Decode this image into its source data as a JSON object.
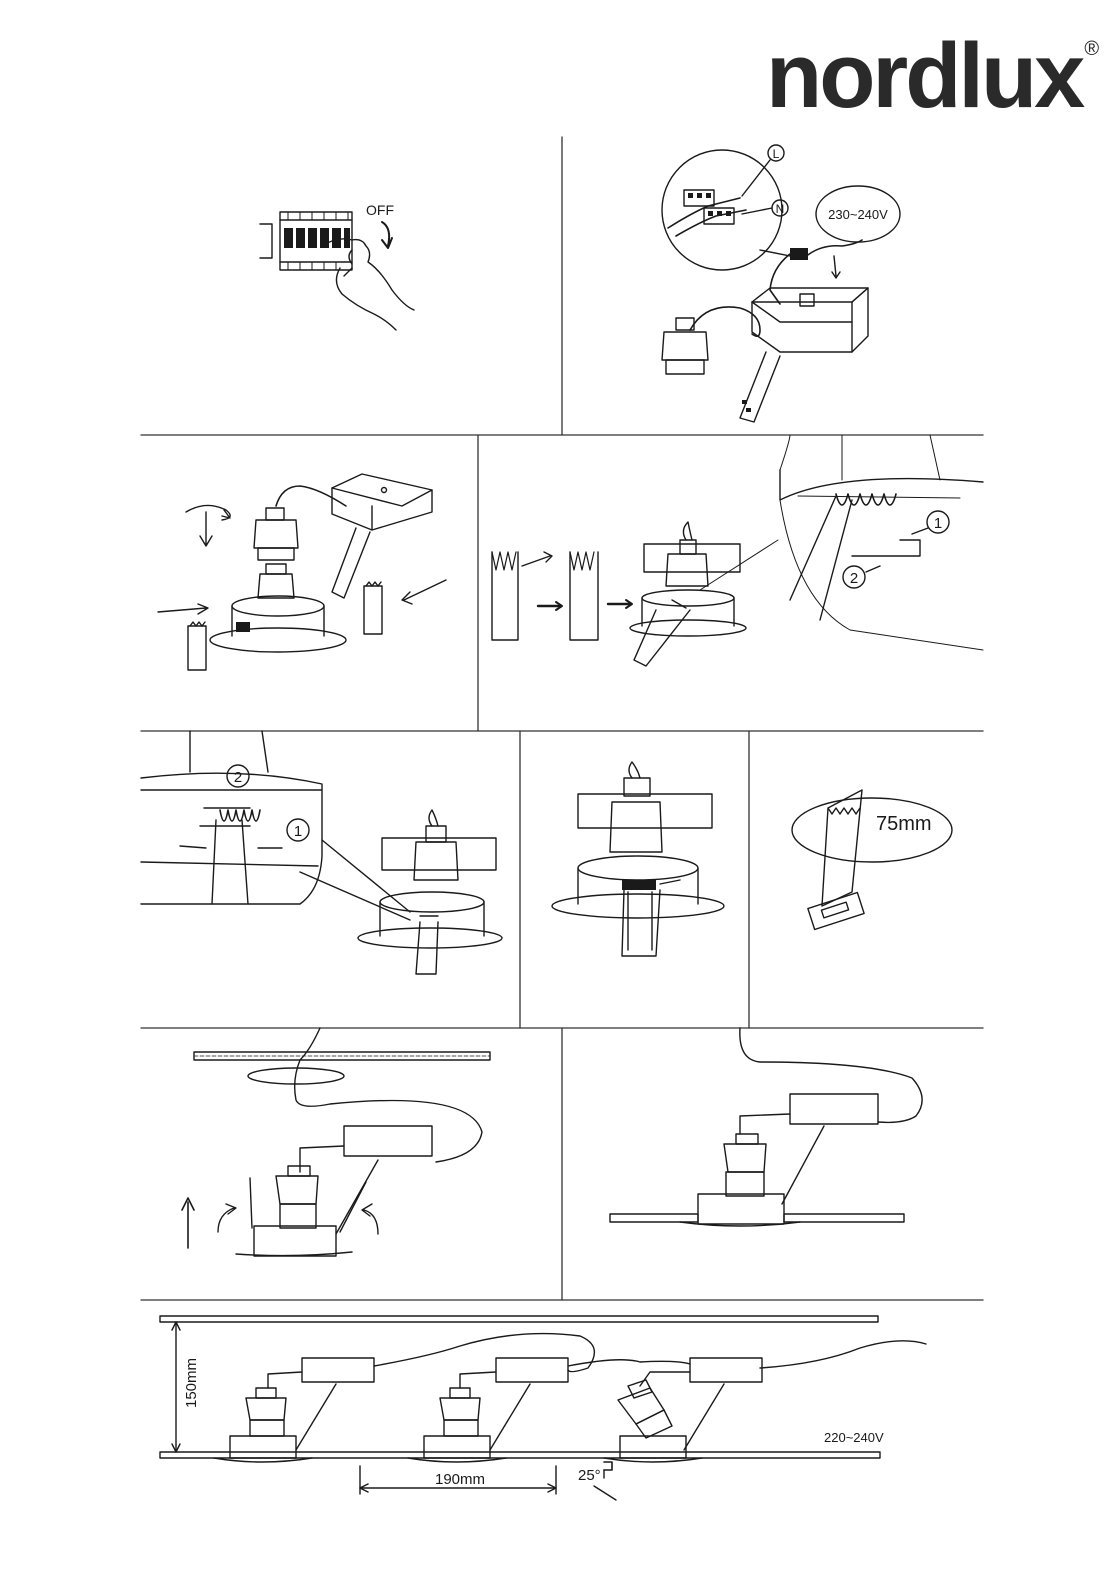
{
  "brand": {
    "name": "nordlux",
    "registered": "®"
  },
  "panel1": {
    "off_label": "OFF"
  },
  "panel2": {
    "live_marker": "L",
    "neutral_marker": "N",
    "voltage": "230~240V"
  },
  "panel4": {
    "step1": "1",
    "step2": "2"
  },
  "panel5": {
    "step1": "1",
    "step2": "2"
  },
  "panel7": {
    "cutout": "75mm"
  },
  "panel10": {
    "height": "150mm",
    "spacing": "190mm",
    "tilt": "25°",
    "voltage": "220~240V"
  },
  "colors": {
    "line": "#1a1a1a",
    "divider": "#333333"
  }
}
